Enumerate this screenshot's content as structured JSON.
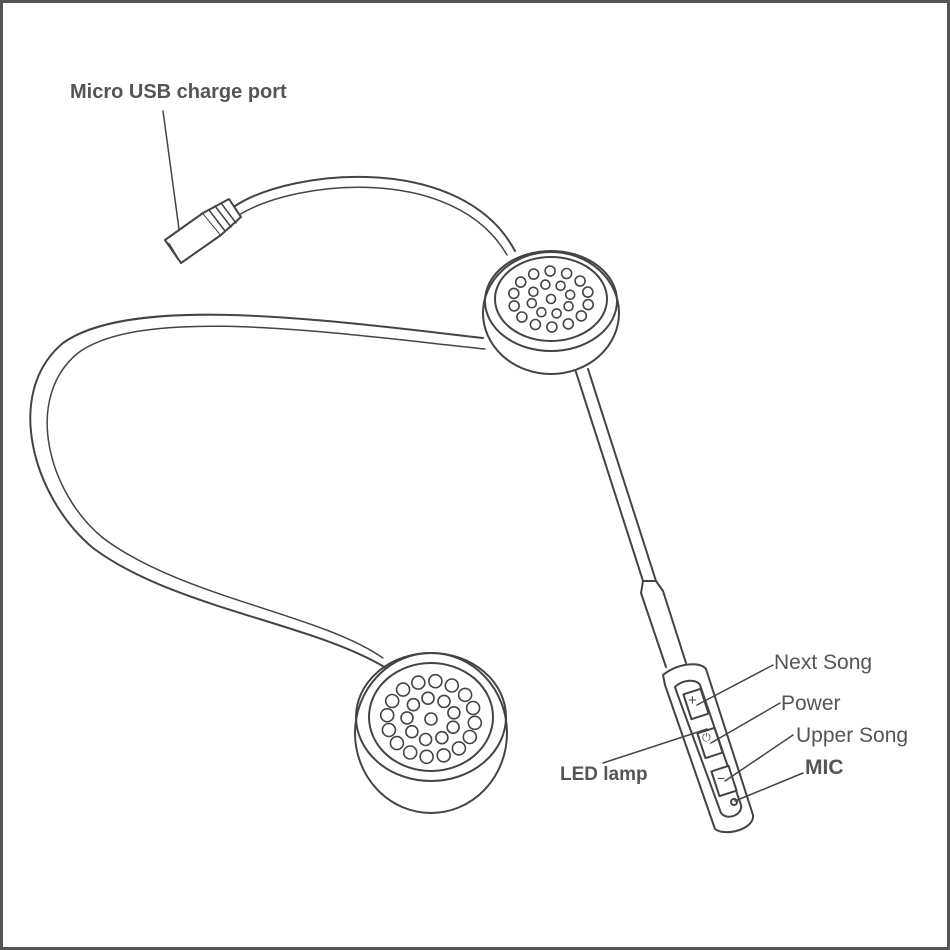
{
  "labels": {
    "usb_port": "Micro USB charge port",
    "next_song": "Next Song",
    "power": "Power",
    "upper_song": "Upper Song",
    "mic": "MIC",
    "led_lamp": "LED lamp"
  },
  "buttons": {
    "next": "+",
    "power": "⏻",
    "prev": "−"
  },
  "colors": {
    "line": "#444444",
    "label": "#555555",
    "border": "#555555"
  }
}
